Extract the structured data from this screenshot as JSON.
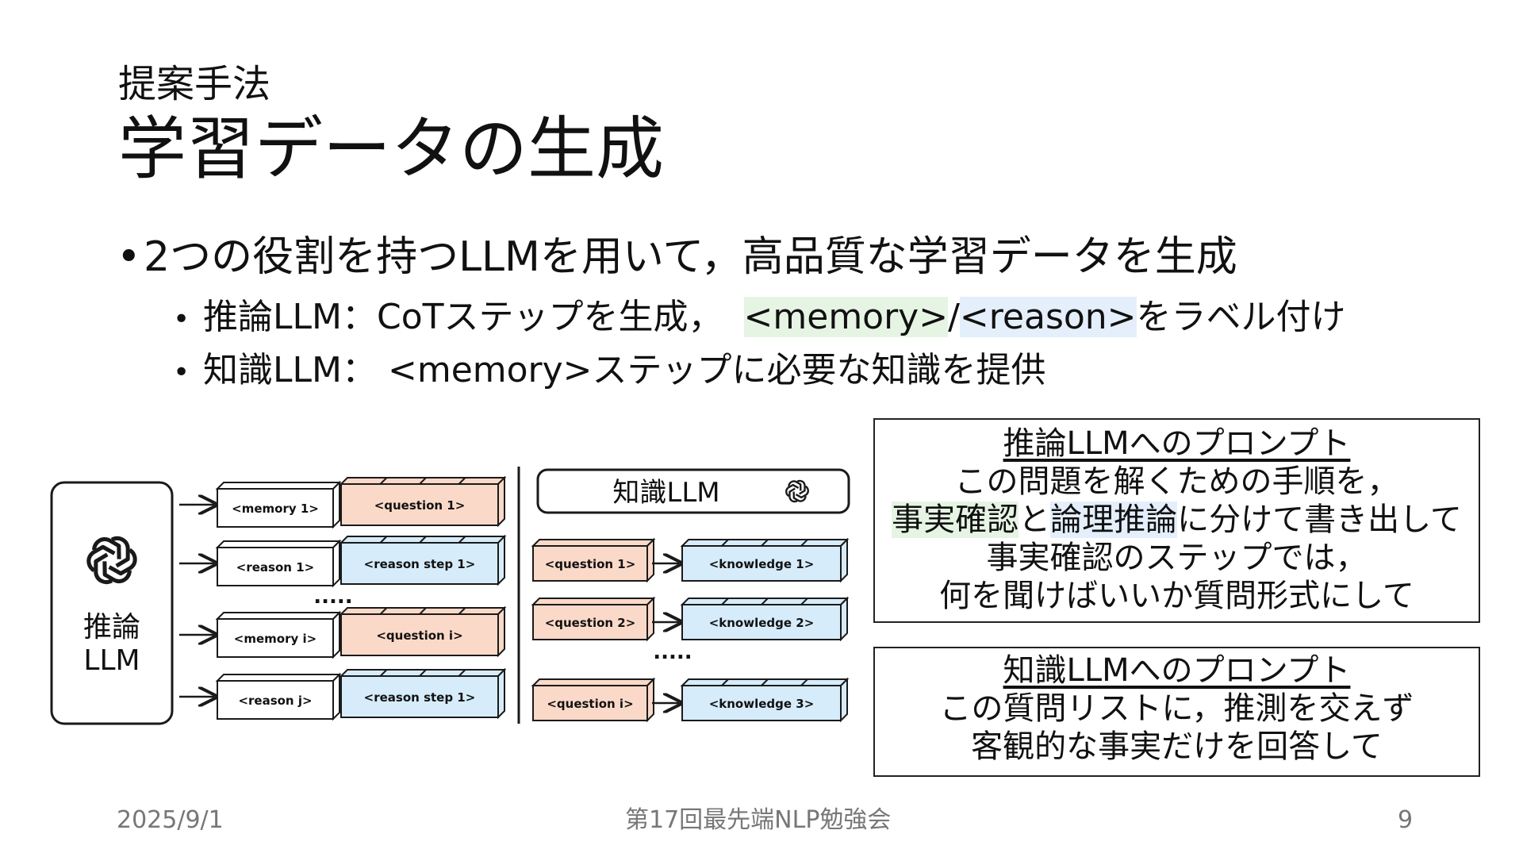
{
  "header": {
    "subtitle": "提案手法",
    "title": "学習データの生成"
  },
  "bullets": {
    "main": "2つの役割を持つLLMを用いて，高品質な学習データを生成",
    "sub1": {
      "prefix": "推論LLM：CoTステップを生成，",
      "memory_tag": "<memory>",
      "slash": "/",
      "reason_tag": "<reason>",
      "suffix": "をラベル付け"
    },
    "sub2": "知識LLM： <memory>ステップに必要な知識を提供"
  },
  "diagram": {
    "reasoning_llm": {
      "line1": "推論",
      "line2": "LLM"
    },
    "knowledge_llm_label": "知識LLM",
    "ellipsis": ".....",
    "left_rows": [
      {
        "tag": "<memory 1>",
        "content": "<question 1>",
        "kind": "memory"
      },
      {
        "tag": "<reason 1>",
        "content": "<reason step 1>",
        "kind": "reason"
      },
      {
        "tag": "<memory i>",
        "content": "<question i>",
        "kind": "memory"
      },
      {
        "tag": "<reason j>",
        "content": "<reason step 1>",
        "kind": "reason"
      }
    ],
    "right_rows": [
      {
        "question": "<question 1>",
        "knowledge": "<knowledge 1>"
      },
      {
        "question": "<question 2>",
        "knowledge": "<knowledge 2>"
      },
      {
        "question": "<question i>",
        "knowledge": "<knowledge 3>"
      }
    ],
    "colors": {
      "memory_fill": "#fbd9c8",
      "reason_fill": "#d6ecfa",
      "tag_fill": "#ffffff",
      "stroke": "#1a1a1a"
    },
    "icons": [
      "openai-logo-icon",
      "openai-logo-icon"
    ]
  },
  "prompt_reasoning": {
    "title": "推論LLMへのプロンプト",
    "line1": "この問題を解くための手順を，",
    "line2_a": "事実確認",
    "line2_b": "と",
    "line2_c": "論理推論",
    "line2_d": "に分けて書き出して",
    "line3": "事実確認のステップでは，",
    "line4": "何を聞けばいいか質問形式にして"
  },
  "prompt_knowledge": {
    "title": "知識LLMへのプロンプト",
    "line1": "この質問リストに，推測を交えず",
    "line2": "客観的な事実だけを回答して"
  },
  "footer": {
    "date": "2025/9/1",
    "event": "第17回最先端NLP勉強会",
    "page": "9"
  }
}
